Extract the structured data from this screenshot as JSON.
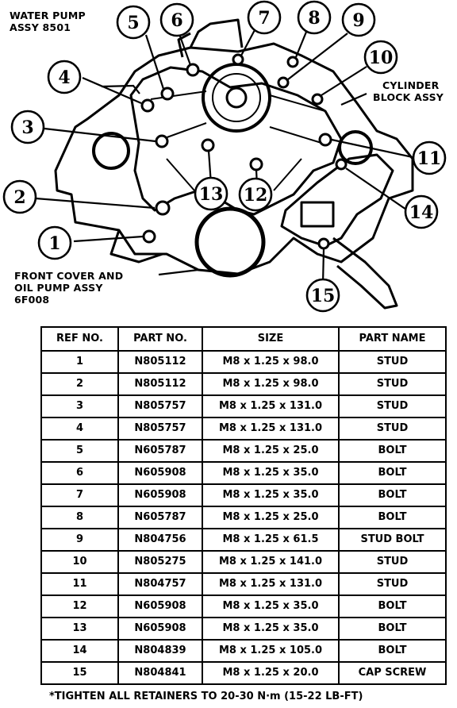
{
  "labels": {
    "water_pump_line1": "WATER PUMP",
    "water_pump_line2": "ASSY 8501",
    "cylinder_line1": "CYLINDER",
    "cylinder_line2": "BLOCK ASSY",
    "front_cover_line1": "FRONT COVER AND",
    "front_cover_line2": "OIL PUMP ASSY",
    "front_cover_line3": "6F008"
  },
  "callouts": [
    "1",
    "2",
    "3",
    "4",
    "5",
    "6",
    "7",
    "8",
    "9",
    "10",
    "11",
    "12",
    "13",
    "14",
    "15"
  ],
  "table": {
    "headers": [
      "REF NO.",
      "PART NO.",
      "SIZE",
      "PART NAME"
    ],
    "rows": [
      [
        "1",
        "N805112",
        "M8 x 1.25 x 98.0",
        "STUD"
      ],
      [
        "2",
        "N805112",
        "M8 x 1.25 x 98.0",
        "STUD"
      ],
      [
        "3",
        "N805757",
        "M8 x 1.25 x 131.0",
        "STUD"
      ],
      [
        "4",
        "N805757",
        "M8 x 1.25 x 131.0",
        "STUD"
      ],
      [
        "5",
        "N605787",
        "M8 x 1.25 x 25.0",
        "BOLT"
      ],
      [
        "6",
        "N605908",
        "M8 x 1.25 x 35.0",
        "BOLT"
      ],
      [
        "7",
        "N605908",
        "M8 x 1.25 x 35.0",
        "BOLT"
      ],
      [
        "8",
        "N605787",
        "M8 x 1.25 x 25.0",
        "BOLT"
      ],
      [
        "9",
        "N804756",
        "M8 x 1.25 x 61.5",
        "STUD BOLT"
      ],
      [
        "10",
        "N805275",
        "M8 x 1.25 x 141.0",
        "STUD"
      ],
      [
        "11",
        "N804757",
        "M8 x 1.25 x 131.0",
        "STUD"
      ],
      [
        "12",
        "N605908",
        "M8 x 1.25 x 35.0",
        "BOLT"
      ],
      [
        "13",
        "N605908",
        "M8 x 1.25 x 35.0",
        "BOLT"
      ],
      [
        "14",
        "N804839",
        "M8 x 1.25 x 105.0",
        "BOLT"
      ],
      [
        "15",
        "N804841",
        "M8 x 1.25 x 20.0",
        "CAP SCREW"
      ]
    ]
  },
  "footnote": "*TIGHTEN ALL RETAINERS TO 20-30 N·m (15-22 LB-FT)"
}
